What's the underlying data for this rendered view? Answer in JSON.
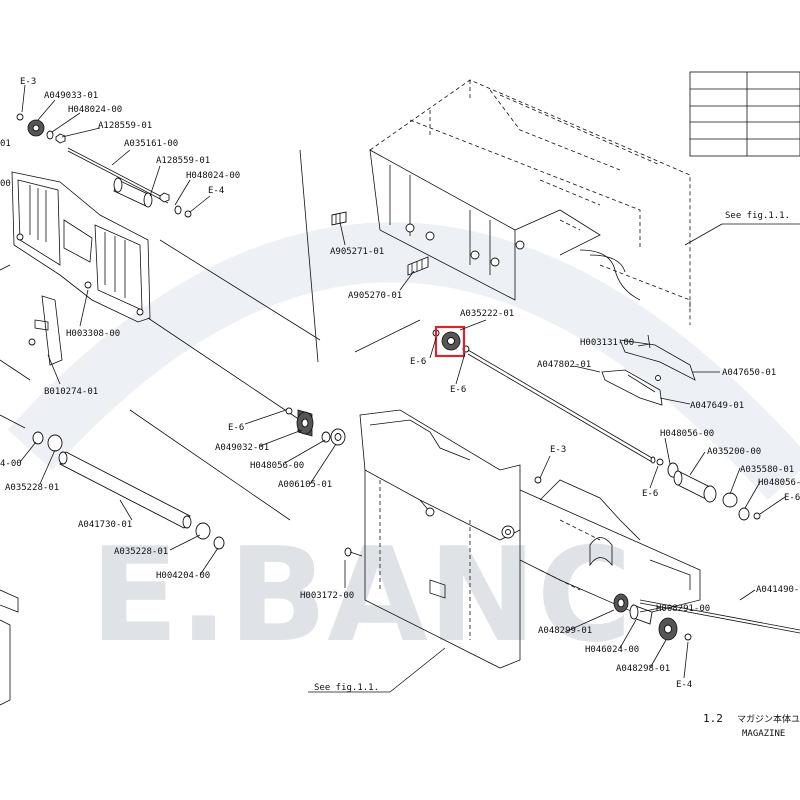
{
  "watermark": "E.BANC",
  "colors": {
    "line": "#111111",
    "watermark_arc": "#dfe6ee",
    "highlight": "#d8262f"
  },
  "titles": {
    "number": "1.2",
    "japanese": "マガジン本体ユニ",
    "english": "MAGAZINE"
  },
  "labels": {
    "e3_top": "E-3",
    "a049033": "A049033-01",
    "h048024_a": "H048024-00",
    "a128559_a": "A128559-01",
    "a035161": "A035161-00",
    "a128559_b": "A128559-01",
    "h048024_b": "H048024-00",
    "e4_top": "E-4",
    "frag_01": "01",
    "frag_00": "00",
    "h003308": "H003308-00",
    "b010274": "B010274-01",
    "a905271": "A905271-01",
    "a905270": "A905270-01",
    "see_fig_top": "See fig.1.1.",
    "a035222": "A035222-01",
    "e6_a": "E-6",
    "e6_b": "E-6",
    "h003131": "H003131-00",
    "a047802": "A047802-01",
    "a047650": "A047650-01",
    "a047649": "A047649-01",
    "e6_c": "E-6",
    "a049032": "A049032-01",
    "h048056_a": "H048056-00",
    "a006105": "A006105-01",
    "frag_4_00": "4-00",
    "a035228_a": "A035228-01",
    "e3_mid": "E-3",
    "h048056_b": "H048056-00",
    "a035200": "A035200-00",
    "e6_d": "E-6",
    "a035580": "A035580-01",
    "h048056_c": "H048056-",
    "e6_e": "E-6",
    "a041730": "A041730-01",
    "a035228_b": "A035228-01",
    "h004204": "H004204-00",
    "h003172": "H003172-00",
    "a041490": "A041490-",
    "h008291": "H008291-00",
    "a048299": "A048299-01",
    "h046024": "H046024-00",
    "a048298": "A048298-01",
    "e4_bottom": "E-4",
    "see_fig_bottom": "See fig.1.1."
  }
}
